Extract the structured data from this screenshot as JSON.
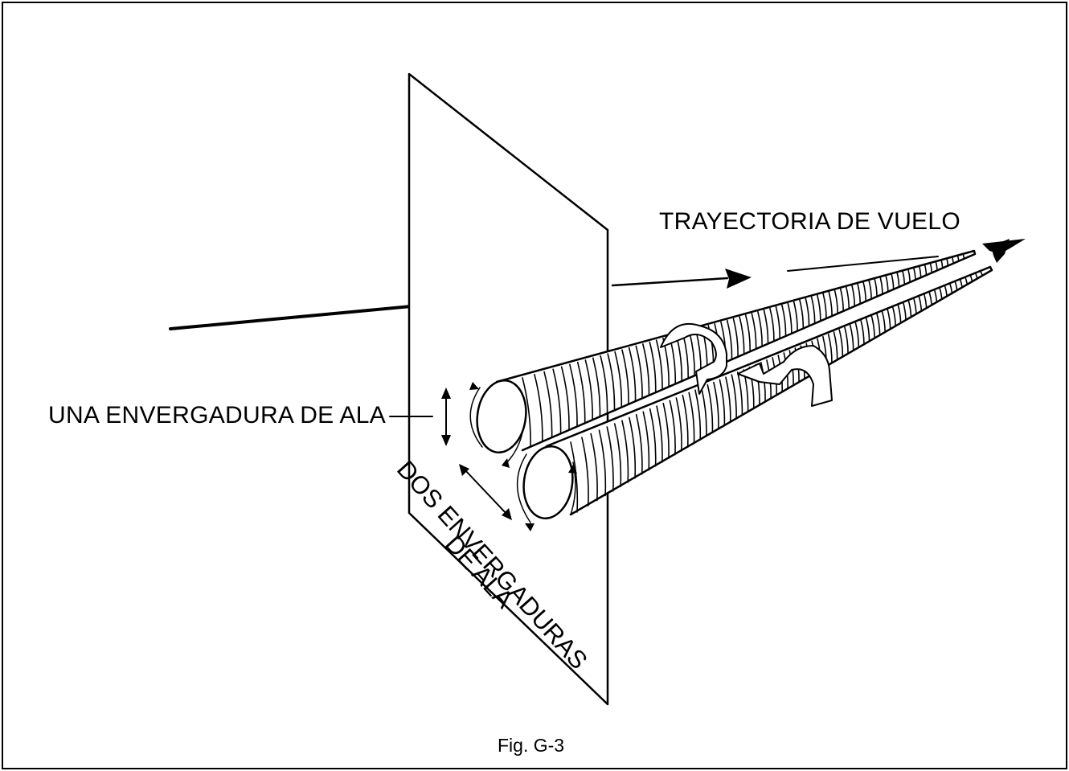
{
  "labels": {
    "flight_path": "TRAYECTORIA DE VUELO",
    "one_wingspan": "UNA ENVERGADURA DE ALA",
    "two_wingspans_line1": "DOS ENVERGADURAS",
    "two_wingspans_line2": "DE ALA",
    "caption": "Fig. G-3"
  },
  "colors": {
    "ink": "#000000",
    "background": "#ffffff"
  },
  "icons": [
    "airplane-icon",
    "rotation-arrow-icon",
    "double-arrow-icon"
  ]
}
